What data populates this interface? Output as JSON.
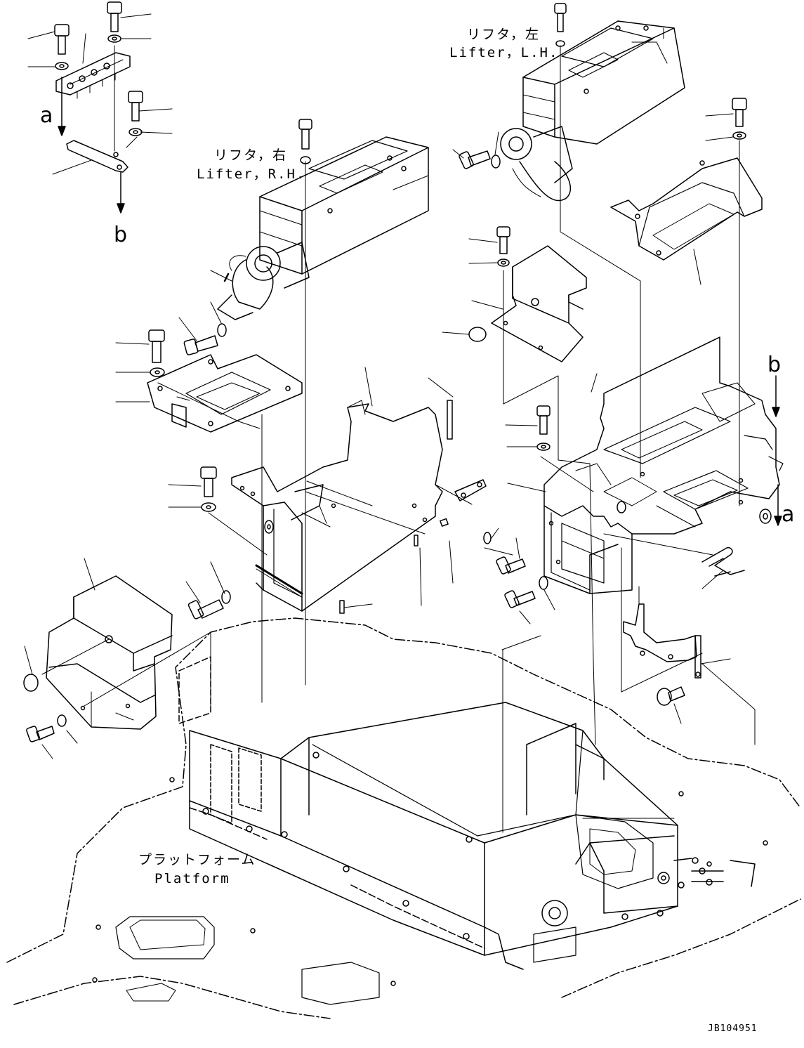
{
  "labels": {
    "lifter_lh_jp": "リフタ，左",
    "lifter_lh_en": "Lifter，L.H.",
    "lifter_rh_jp": "リフタ，右",
    "lifter_rh_en": "Lifter，R.H.",
    "platform_jp": "プラットフォーム",
    "platform_en": "Platform"
  },
  "callouts": {
    "a_top": "a",
    "b_left": "b",
    "b_right": "b",
    "a_right": "a"
  },
  "drawing_code": "JB104951",
  "colors": {
    "line": "#000000",
    "background": "#ffffff"
  }
}
